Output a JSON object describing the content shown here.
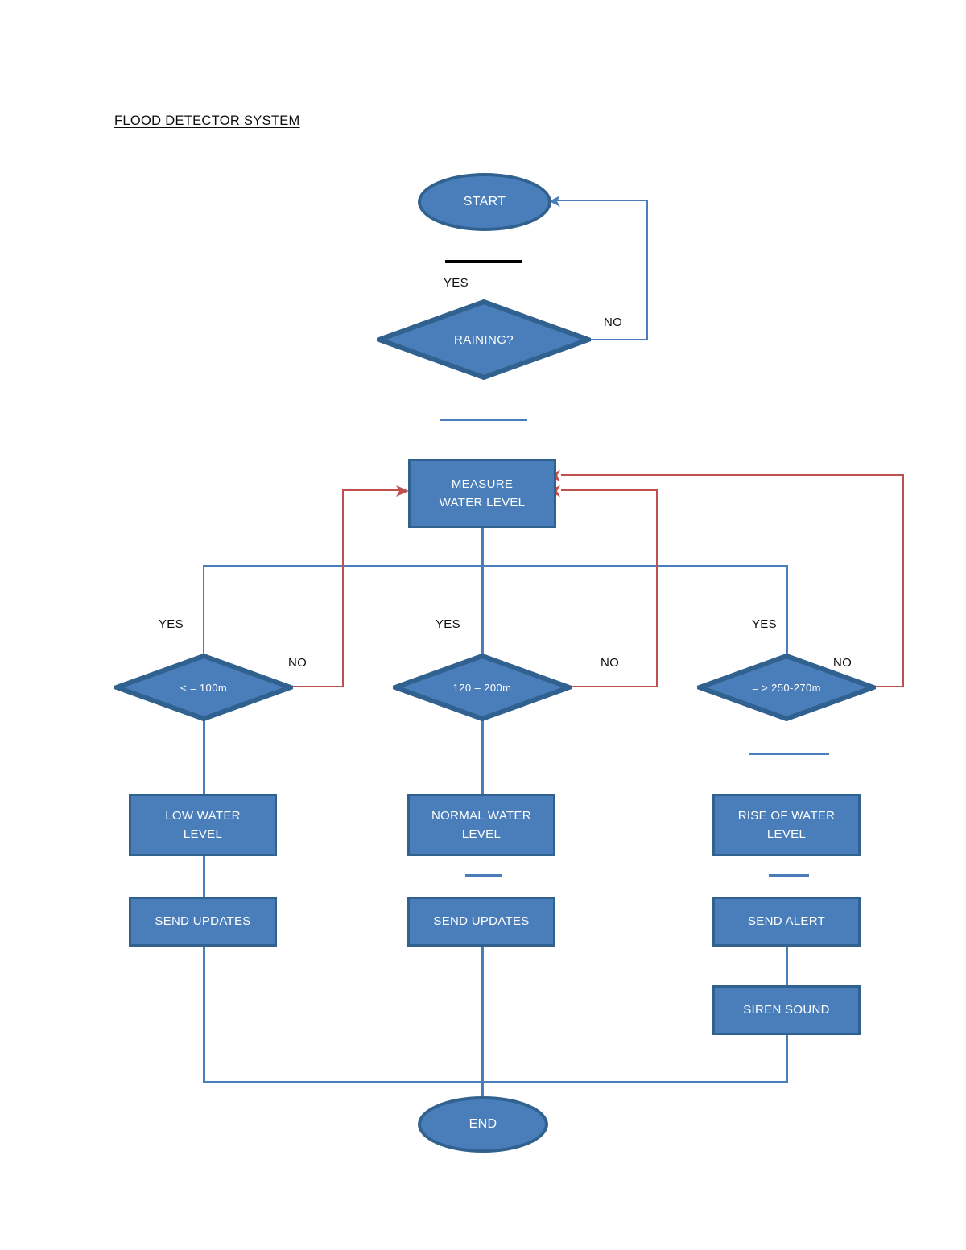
{
  "page": {
    "title": "FLOOD DETECTOR SYSTEM",
    "colors": {
      "node_fill": "#4a7ebb",
      "node_border": "#31618e",
      "flow_blue": "#4a7ebb",
      "feedback_red": "#c0504d",
      "text_dark": "#0d0d0d",
      "node_text": "#ffffff",
      "background": "#ffffff"
    }
  },
  "nodes": {
    "start": {
      "label": "START",
      "shape": "ellipse"
    },
    "raining": {
      "label": "RAINING?",
      "shape": "diamond"
    },
    "measure": {
      "line1": "MEASURE",
      "line2": "WATER LEVEL",
      "shape": "process"
    },
    "cond_low": {
      "label": "< = 100m",
      "shape": "diamond"
    },
    "cond_normal": {
      "label": "120 – 200m",
      "shape": "diamond"
    },
    "cond_rise": {
      "label": "= > 250-270m",
      "shape": "diamond"
    },
    "low_level": {
      "line1": "LOW WATER",
      "line2": "LEVEL",
      "shape": "process"
    },
    "normal_level": {
      "line1": "NORMAL WATER",
      "line2": "LEVEL",
      "shape": "process"
    },
    "rise_level": {
      "line1": "RISE OF WATER",
      "line2": "LEVEL",
      "shape": "process"
    },
    "send_updates_left": {
      "label": "SEND UPDATES",
      "shape": "process"
    },
    "send_updates_center": {
      "label": "SEND UPDATES",
      "shape": "process"
    },
    "send_alert": {
      "label": "SEND ALERT",
      "shape": "process"
    },
    "siren": {
      "label": "SIREN SOUND",
      "shape": "process"
    },
    "end": {
      "label": "END",
      "shape": "ellipse"
    }
  },
  "edge_labels": {
    "raining_yes": "YES",
    "raining_no": "NO",
    "low_yes": "YES",
    "low_no": "NO",
    "normal_yes": "YES",
    "normal_no": "NO",
    "rise_yes": "YES",
    "rise_no": "NO"
  }
}
